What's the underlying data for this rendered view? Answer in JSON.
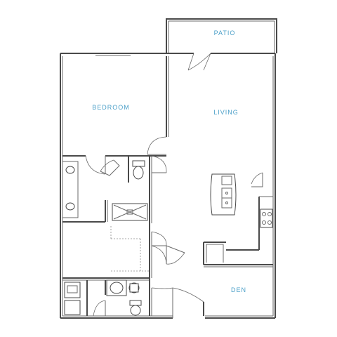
{
  "rooms": {
    "patio": "PATIO",
    "bedroom": "BEDROOM",
    "living": "LIVING",
    "den": "DEN"
  },
  "colors": {
    "label": "#4a9fc8",
    "wall": "#4a4a4a",
    "line": "#6a6a6a",
    "background": "#ffffff"
  }
}
